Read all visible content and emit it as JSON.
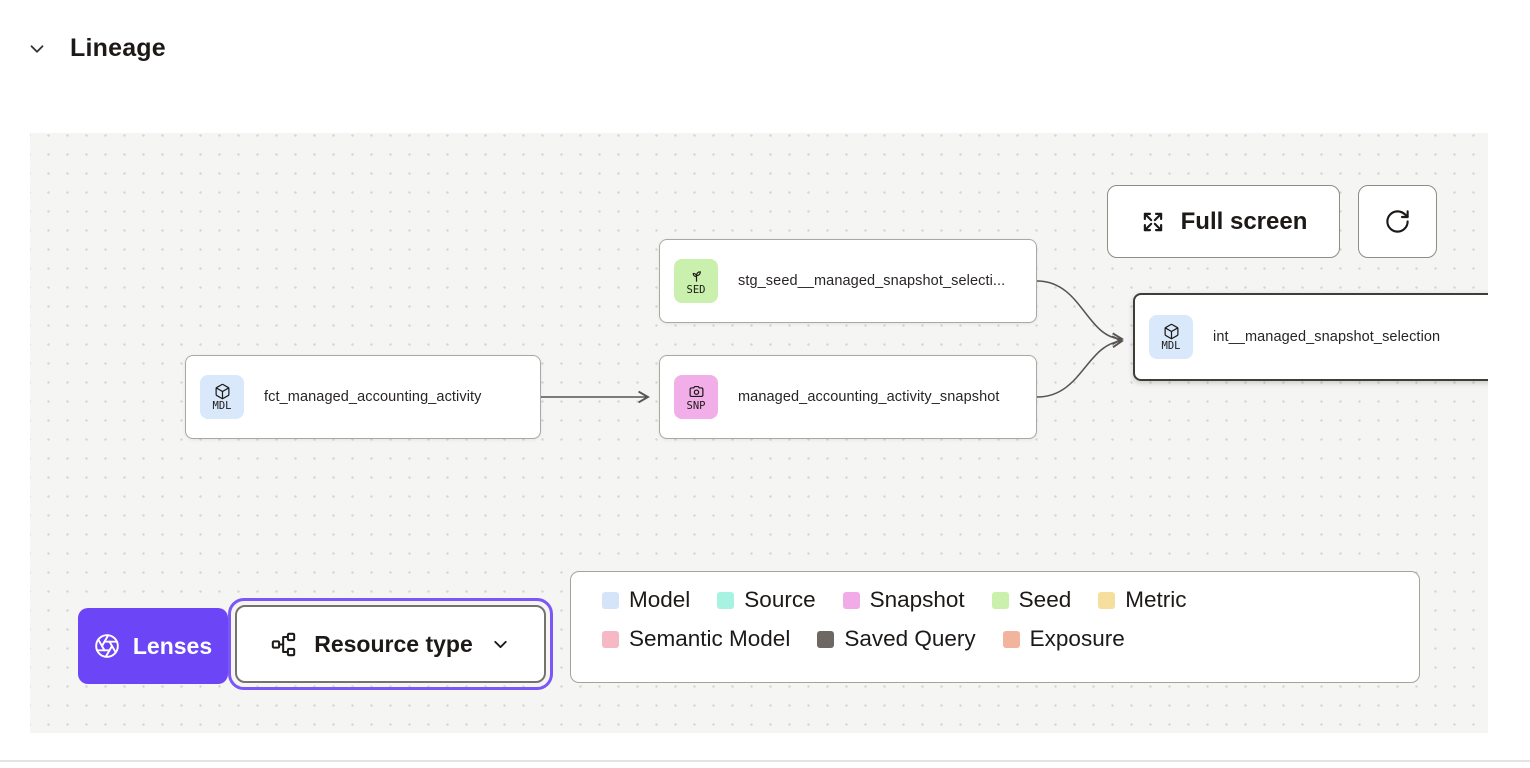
{
  "header": {
    "title": "Lineage"
  },
  "canvas": {
    "controls": {
      "full_screen_label": "Full screen"
    },
    "nodes": [
      {
        "badge": "SED",
        "type": "seed",
        "label": "stg_seed__managed_snapshot_selecti...",
        "badge_color": "#C9F1AD",
        "selected": false
      },
      {
        "badge": "MDL",
        "type": "model",
        "label": "fct_managed_accounting_activity",
        "badge_color": "#D9E8FA",
        "selected": false
      },
      {
        "badge": "SNP",
        "type": "snapshot",
        "label": "managed_accounting_activity_snapshot",
        "badge_color": "#F2AEE8",
        "selected": false
      },
      {
        "badge": "MDL",
        "type": "model",
        "label": "int__managed_snapshot_selection",
        "badge_color": "#D9E8FA",
        "selected": true
      }
    ],
    "footer": {
      "lenses_label": "Lenses",
      "resource_type_label": "Resource type"
    },
    "legend": {
      "items": [
        {
          "label": "Model",
          "color": "#D6E4FA"
        },
        {
          "label": "Source",
          "color": "#A7F2E0"
        },
        {
          "label": "Snapshot",
          "color": "#F1ACE7"
        },
        {
          "label": "Seed",
          "color": "#C9F0AC"
        },
        {
          "label": "Metric",
          "color": "#F5DE9E"
        },
        {
          "label": "Semantic Model",
          "color": "#F5B8C4"
        },
        {
          "label": "Saved Query",
          "color": "#6E6862"
        },
        {
          "label": "Exposure",
          "color": "#F2B49C"
        }
      ]
    }
  },
  "colors": {
    "canvas_bg": "#F5F5F4",
    "edge": "#57534E",
    "accent_purple": "#6C45F6",
    "focus_ring": "#7C57F7",
    "selected_border": "#403C38"
  }
}
